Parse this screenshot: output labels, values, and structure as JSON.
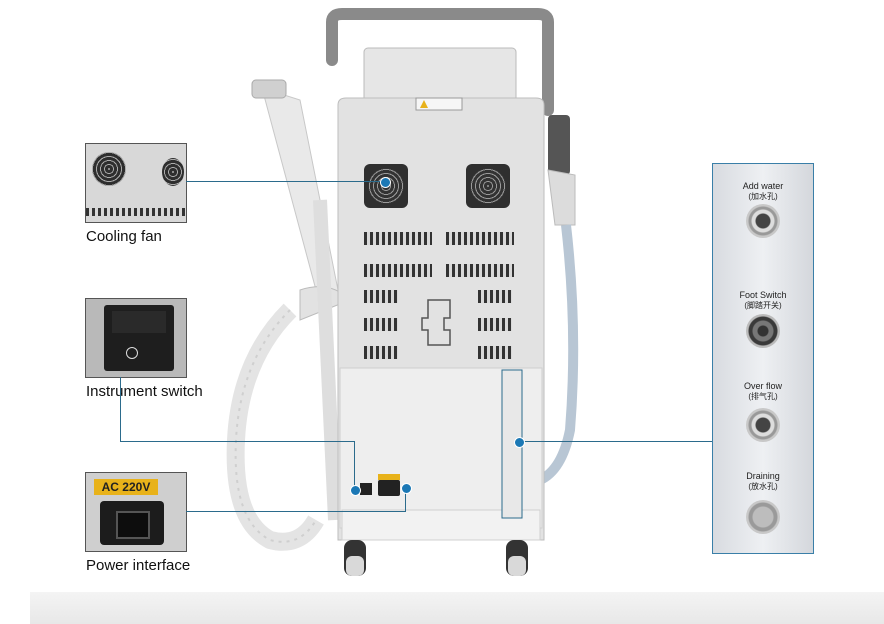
{
  "callouts": {
    "cooling_fan": "Cooling fan",
    "instrument_switch": "Instrument switch",
    "power_interface": "Power interface",
    "ac_label": "AC 220V"
  },
  "ports": [
    {
      "label": "Add water",
      "sub": "(加水孔)"
    },
    {
      "label": "Foot Switch",
      "sub": "(脚踏开关)"
    },
    {
      "label": "Over flow",
      "sub": "(排气孔)"
    },
    {
      "label": "Draining",
      "sub": "(放水孔)"
    }
  ],
  "colors": {
    "accent": "#2b6b8c",
    "dot": "#1b78b5",
    "ac_label_bg": "#e8b21a"
  }
}
